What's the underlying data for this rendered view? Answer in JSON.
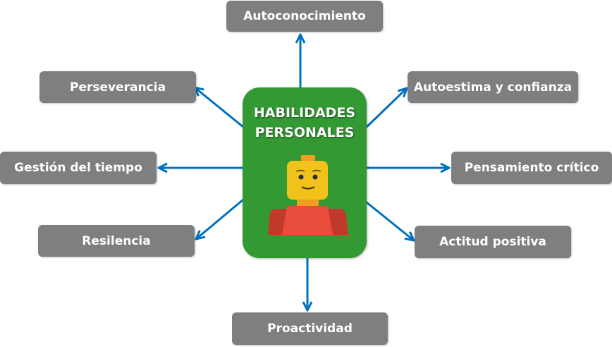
{
  "center": {
    "title_line1": "HABILIDADES",
    "title_line2": "PERSONALES",
    "icon": "lego-minifigure-icon"
  },
  "skills": [
    {
      "label": "Autoconocimiento"
    },
    {
      "label": "Perseverancia"
    },
    {
      "label": "Autoestima y confianza"
    },
    {
      "label": "Gestión del tiempo"
    },
    {
      "label": "Pensamiento crítico"
    },
    {
      "label": "Resilencia"
    },
    {
      "label": "Actitud positiva"
    },
    {
      "label": "Proactividad"
    }
  ],
  "colors": {
    "center": "#339933",
    "box": "#7f7f7f",
    "arrow": "#0070c0"
  }
}
